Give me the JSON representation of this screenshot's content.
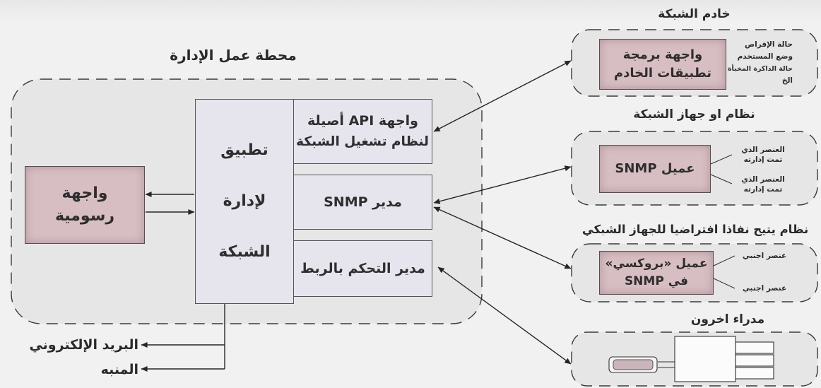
{
  "workstation": {
    "title": "محطة عمل الإدارة",
    "gui": {
      "line1": "واجهة",
      "line2": "رسومية"
    },
    "app": {
      "line1": "تطبيق",
      "line2": "لإدارة",
      "line3": "الشبكة"
    },
    "native_api": {
      "line1": "واجهة API أصيلة",
      "line2": "لنظام تشغيل الشبكة"
    },
    "snmp_manager": "مدير SNMP",
    "link_control_manager": "مدير التحكم بالربط",
    "outputs": {
      "email": "البريد الإلكتروني",
      "alarm": "المنبه"
    }
  },
  "server": {
    "title": "خادم الشبكة",
    "api_box": {
      "line1": "واجهة برمجة",
      "line2": "تطبيقات الخادم"
    },
    "status": [
      "حالة الإقراص",
      "وضع المستخدم",
      "حالة الذاكرة المخبأة",
      "الخ"
    ]
  },
  "device": {
    "title": "نظام او جهاز الشبكة",
    "agent": "عميل SNMP",
    "managed_elements": [
      {
        "line1": "العنصر الذي",
        "line2": "تمت إدارته"
      },
      {
        "line1": "العنصر الذي",
        "line2": "تمت إدارته"
      }
    ]
  },
  "proxy": {
    "title": "نظام يتيح نفاذا افتراضيا للجهاز الشبكي",
    "agent": {
      "line1": "عميل «بروكسي»",
      "line2": "في SNMP"
    },
    "foreign_elements": [
      "عنصر اجنبي",
      "عنصر اجنبي"
    ]
  },
  "other_managers": {
    "title": "مدراء اخرون"
  },
  "colors": {
    "lavender_box": "#e6e5ee",
    "pink_box": "#d7bec3",
    "container_fill": "#e6e6e6",
    "line": "#262626"
  }
}
